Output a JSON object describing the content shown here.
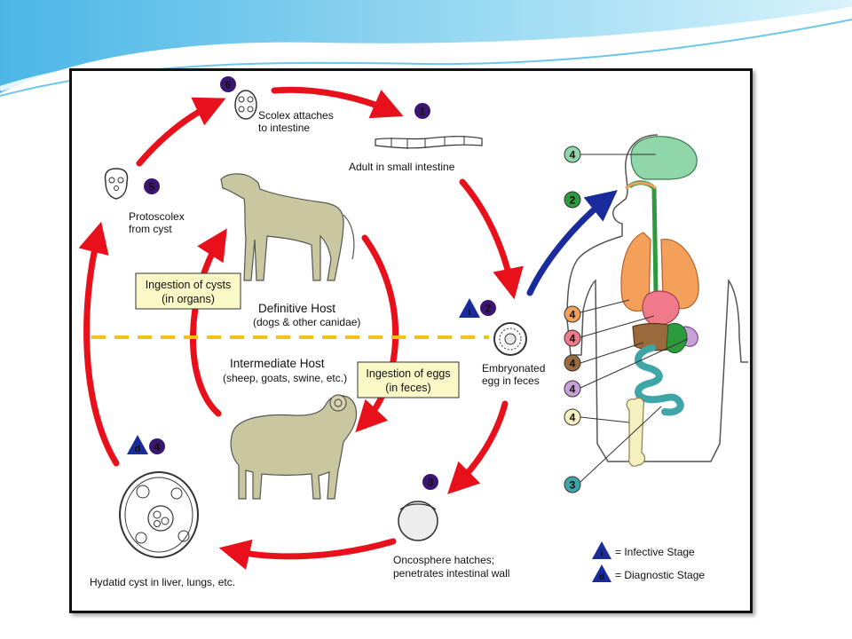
{
  "colors": {
    "arrow_red": "#e8101a",
    "arrow_blue": "#1a2b9c",
    "badge_purple": "#3b1670",
    "divider_yellow": "#f2c21a",
    "box_fill": "#fbf8c8",
    "host_fill": "#c9c7a0",
    "brain": "#8fd6a8",
    "lungs": "#f5a05a",
    "heart": "#f07a8a",
    "liver": "#9a6a3c",
    "spleen": "#c8a0d8",
    "intestine": "#3fa6a8",
    "bone": "#f6f0c0",
    "esophagus_green": "#2e9a3e",
    "banner_blue": "#5fbfe8"
  },
  "stages": {
    "s1": {
      "number": "1",
      "label_lines": [
        "Adult in small intestine"
      ]
    },
    "s2": {
      "number": "2",
      "label_lines": [
        "Embryonated",
        "egg in feces"
      ]
    },
    "s3": {
      "number": "3",
      "label_lines": [
        "Oncosphere hatches;",
        "penetrates intestinal wall"
      ]
    },
    "s4": {
      "number": "4",
      "label_lines": [
        "Hydatid cyst in liver, lungs, etc."
      ]
    },
    "s5": {
      "number": "5",
      "label_lines": [
        "Protoscolex",
        "from cyst"
      ]
    },
    "s6": {
      "number": "6",
      "label_lines": [
        "Scolex attaches",
        "to intestine"
      ]
    }
  },
  "hosts": {
    "definitive": {
      "title": "Definitive Host",
      "subtitle": "(dogs & other canidae)"
    },
    "intermediate": {
      "title": "Intermediate Host",
      "subtitle": "(sheep, goats, swine, etc.)"
    }
  },
  "boxes": {
    "cysts": [
      "Ingestion of cysts",
      "(in organs)"
    ],
    "eggs": [
      "Ingestion of eggs",
      "(in feces)"
    ]
  },
  "legend": {
    "infective": {
      "symbol": "i",
      "text": "= Infective Stage"
    },
    "diagnostic": {
      "symbol": "d",
      "text": "= Diagnostic Stage"
    }
  },
  "body_markers": [
    {
      "number": "4",
      "organ": "brain"
    },
    {
      "number": "2",
      "organ": "mouth"
    },
    {
      "number": "4",
      "organ": "lungs"
    },
    {
      "number": "4",
      "organ": "heart"
    },
    {
      "number": "4",
      "organ": "liver"
    },
    {
      "number": "4",
      "organ": "spleen"
    },
    {
      "number": "4",
      "organ": "bone"
    },
    {
      "number": "3",
      "organ": "intestine"
    }
  ]
}
